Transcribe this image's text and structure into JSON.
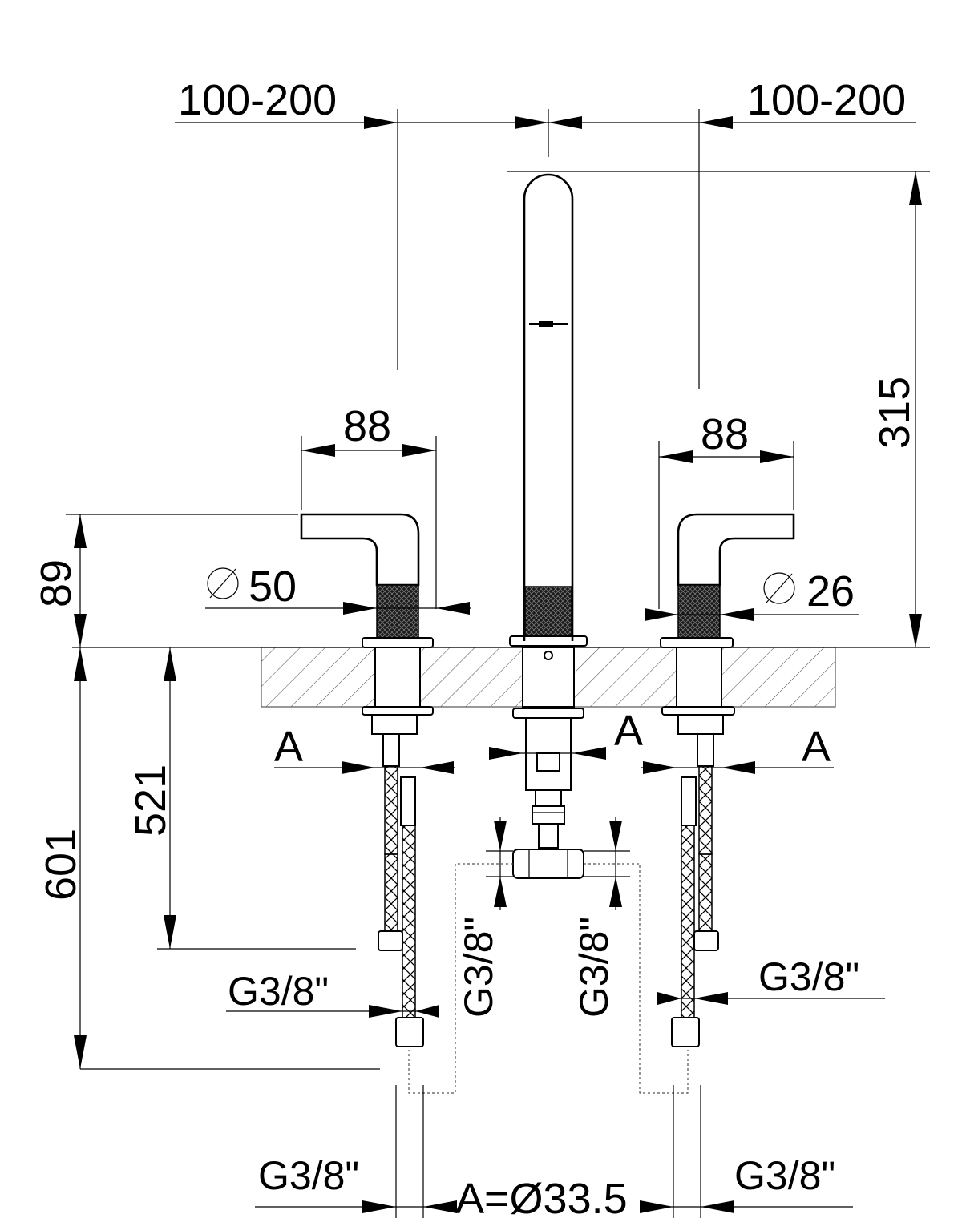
{
  "drawing": {
    "dimensions": {
      "spread_left": "100-200",
      "spread_right": "100-200",
      "spout_height": "315",
      "handle_width_left": "88",
      "handle_width_right": "88",
      "handle_height": "89",
      "base_diameter_left": "50",
      "base_diameter_right": "26",
      "shank_length": "521",
      "hose_length": "601"
    },
    "section_marks": {
      "left": "A",
      "center": "A",
      "right": "A"
    },
    "threads": {
      "left_hose": "G3/8\"",
      "right_hose": "G3/8\"",
      "tee_left": "G3/8\"",
      "tee_right": "G3/8\"",
      "bottom_left": "G3/8\"",
      "bottom_right": "G3/8\""
    },
    "footnote": "A=Ø33.5"
  },
  "colors": {
    "line": "#000000",
    "hatch": "#555555",
    "background": "#ffffff"
  }
}
